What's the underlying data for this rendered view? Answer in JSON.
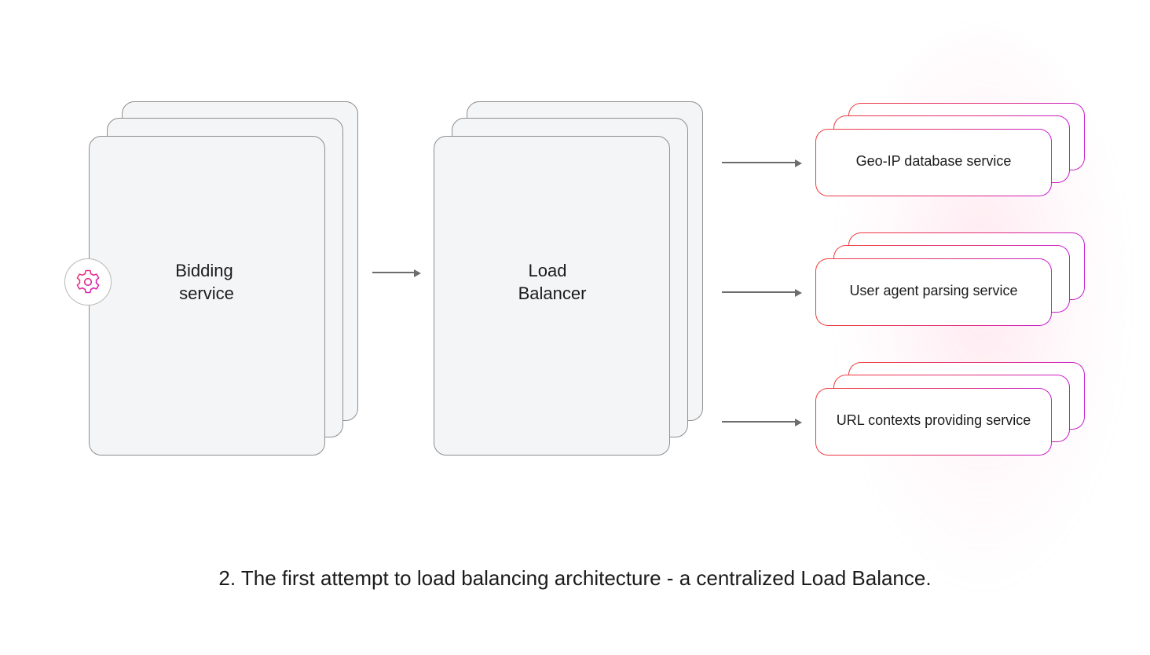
{
  "bidding": {
    "line1": "Bidding",
    "line2": "service"
  },
  "load_balancer": {
    "line1": "Load",
    "line2": "Balancer"
  },
  "services": [
    {
      "label": "Geo-IP database service"
    },
    {
      "label": "User agent parsing service"
    },
    {
      "label": "URL contexts providing service"
    }
  ],
  "caption": "2. The first attempt to load balancing architecture - a centralized Load Balance.",
  "icons": {
    "badge": "gear-icon"
  },
  "colors": {
    "accent_start": "#ef3a3a",
    "accent_end": "#c719cf",
    "card_fill": "#f4f5f7",
    "card_border": "#8e8e8e",
    "arrow": "#6d6d6d"
  }
}
